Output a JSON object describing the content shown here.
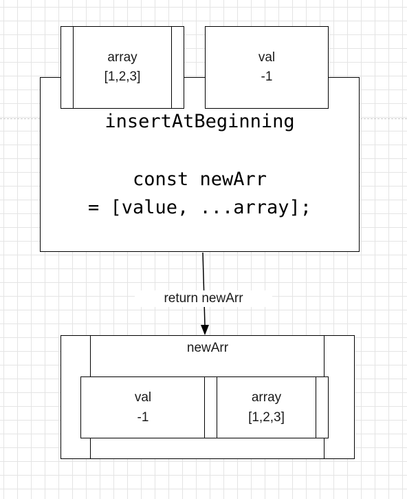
{
  "function_box": {
    "title": "insertAtBeginning",
    "code_line_1": "const newArr",
    "code_line_2": "= [value, ...array];"
  },
  "inputs": [
    {
      "name": "array",
      "value": "[1,2,3]"
    },
    {
      "name": "val",
      "value": "-1"
    }
  ],
  "edge": {
    "label": "return newArr"
  },
  "output": {
    "title": "newArr",
    "items": [
      {
        "name": "val",
        "value": "-1"
      },
      {
        "name": "array",
        "value": "[1,2,3]"
      }
    ]
  }
}
